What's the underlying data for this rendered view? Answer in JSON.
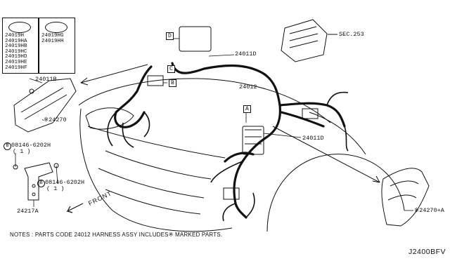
{
  "legend_left": {
    "codes": [
      "24019H",
      "24019HA",
      "24019HB",
      "24019HC",
      "24019HD",
      "24019HE",
      "24019HF"
    ]
  },
  "legend_right": {
    "codes": [
      "24019HG",
      "24019HH"
    ]
  },
  "labels": {
    "sec253": "SEC.253",
    "p24011D_top": "24011D",
    "p24012": "24012",
    "p24011D_mid": "24011D",
    "p24011B": "24011B",
    "p24270": "※24270",
    "p08146_a": "08146-6202H",
    "p08146_a_qty": "( 1 )",
    "p08146_b": "08146-6202H",
    "p08146_b_qty": "( 1 )",
    "p24217A": "24217A",
    "p24270A": "※24270+A",
    "circle_b": "B",
    "box_D": "D",
    "box_C": "C",
    "box_B": "B",
    "box_A": "A",
    "front": "FRONT"
  },
  "notes": "NOTES : PARTS CODE 24012 HARNESS ASSY INCLUDES※ MARKED PARTS.",
  "diagram_code": "J2400BFV"
}
